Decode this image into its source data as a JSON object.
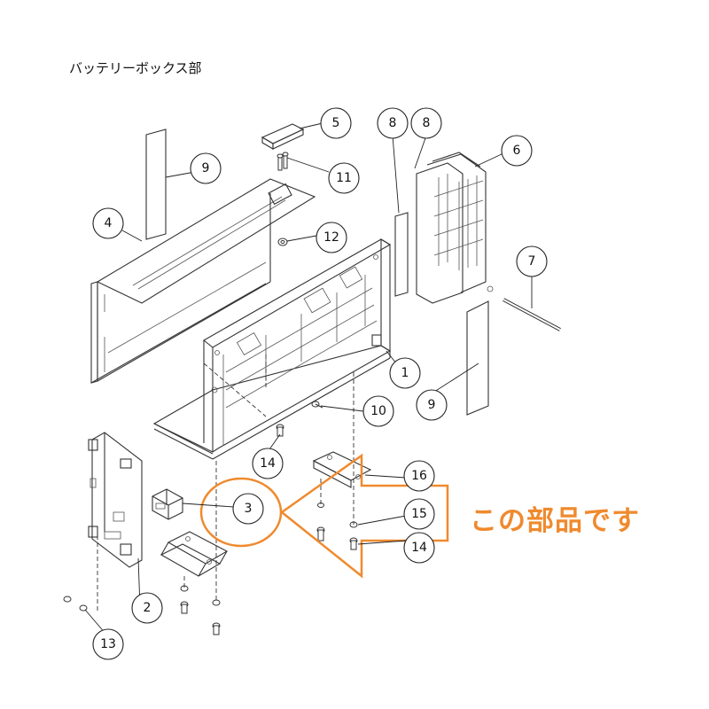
{
  "title": "バッテリーボックス部",
  "note": "この部品です",
  "colors": {
    "highlight": "#ef8a2e",
    "line": "#333333"
  },
  "callouts": [
    {
      "label": "1"
    },
    {
      "label": "2"
    },
    {
      "label": "3"
    },
    {
      "label": "4"
    },
    {
      "label": "5"
    },
    {
      "label": "6"
    },
    {
      "label": "7"
    },
    {
      "label": "8"
    },
    {
      "label": "8"
    },
    {
      "label": "9"
    },
    {
      "label": "9"
    },
    {
      "label": "10"
    },
    {
      "label": "11"
    },
    {
      "label": "12"
    },
    {
      "label": "13"
    },
    {
      "label": "14"
    },
    {
      "label": "14"
    },
    {
      "label": "15"
    },
    {
      "label": "16"
    }
  ]
}
